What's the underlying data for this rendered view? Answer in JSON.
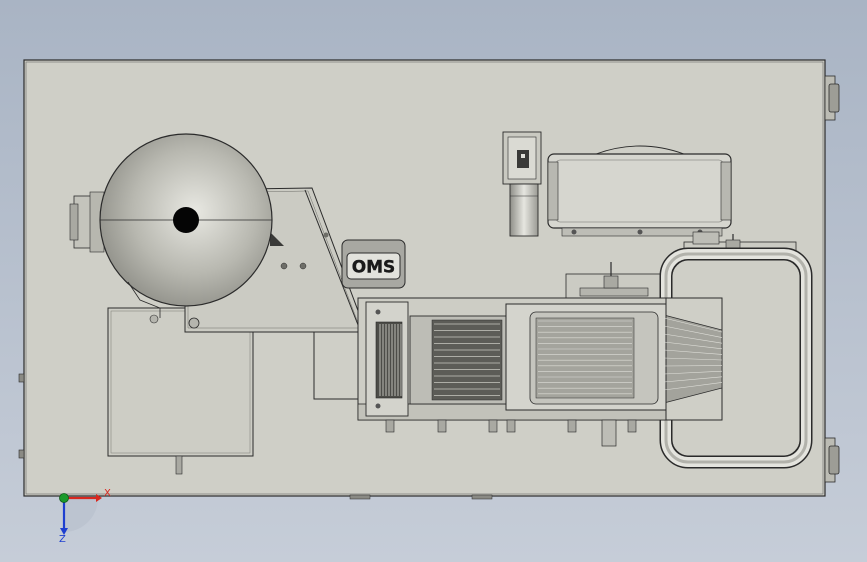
{
  "viewport": {
    "background_top": "#a9b4c4",
    "background_bottom": "#c6cdd8"
  },
  "colors": {
    "plate": "#cfcfc7",
    "part": "#c9c9c1",
    "part_light": "#deded8",
    "part_dark": "#9c9c96",
    "line": "#2b2b2b",
    "axis_x": "#d8281e",
    "axis_y": "#1c9a2a",
    "axis_z": "#1e3fd0"
  },
  "logo_plate": {
    "text": "OMS"
  },
  "axis_triad": {
    "x_label": "X",
    "z_label": "Z"
  }
}
